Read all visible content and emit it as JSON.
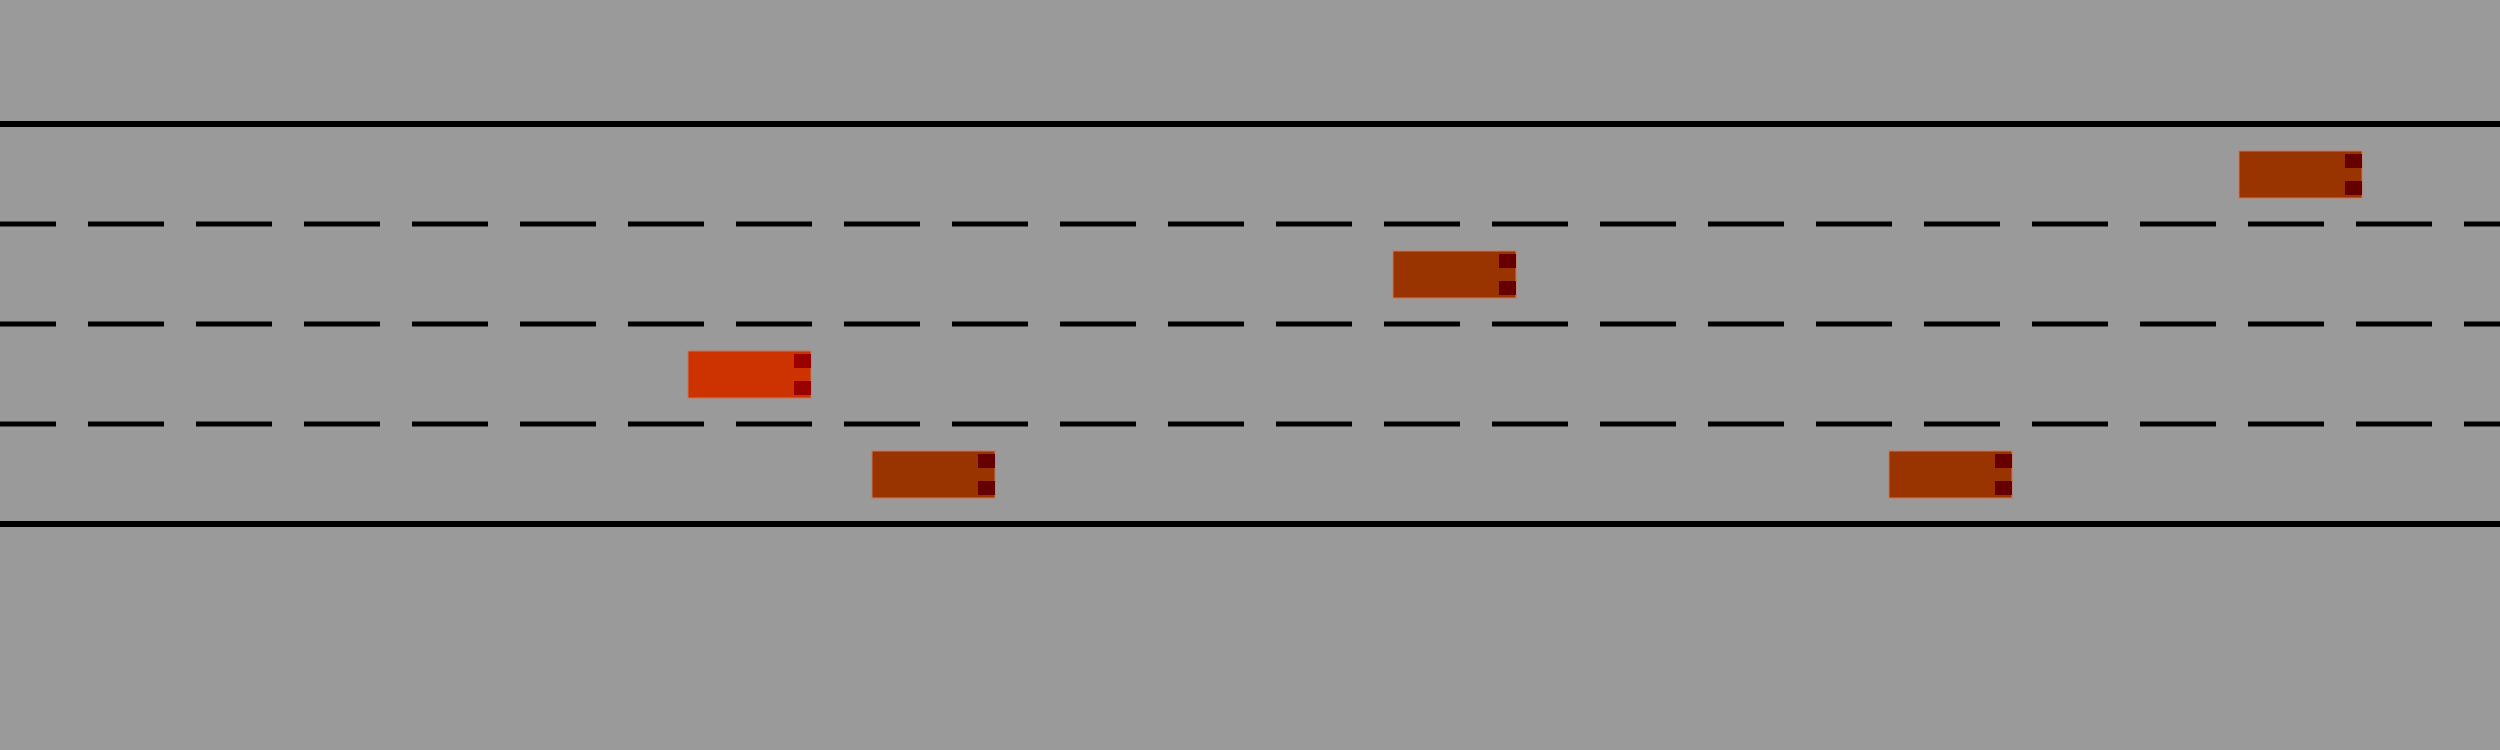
{
  "road": {
    "lanes": 4,
    "background_color": "#9a9a9a",
    "edge_line_color": "#000000",
    "lane_marking_color": "#000000",
    "lane_marking_style": "dashed"
  },
  "vehicles": [
    {
      "id": "ego",
      "role": "ego-vehicle",
      "lane": 3,
      "color": "#cc3300",
      "light_color": "#990000"
    },
    {
      "id": "car-1",
      "role": "other-vehicle",
      "lane": 1,
      "color": "#993300",
      "light_color": "#660000"
    },
    {
      "id": "car-2",
      "role": "other-vehicle",
      "lane": 2,
      "color": "#993300",
      "light_color": "#660000"
    },
    {
      "id": "car-3",
      "role": "other-vehicle",
      "lane": 4,
      "color": "#993300",
      "light_color": "#660000"
    },
    {
      "id": "car-4",
      "role": "other-vehicle",
      "lane": 4,
      "color": "#993300",
      "light_color": "#660000"
    }
  ]
}
